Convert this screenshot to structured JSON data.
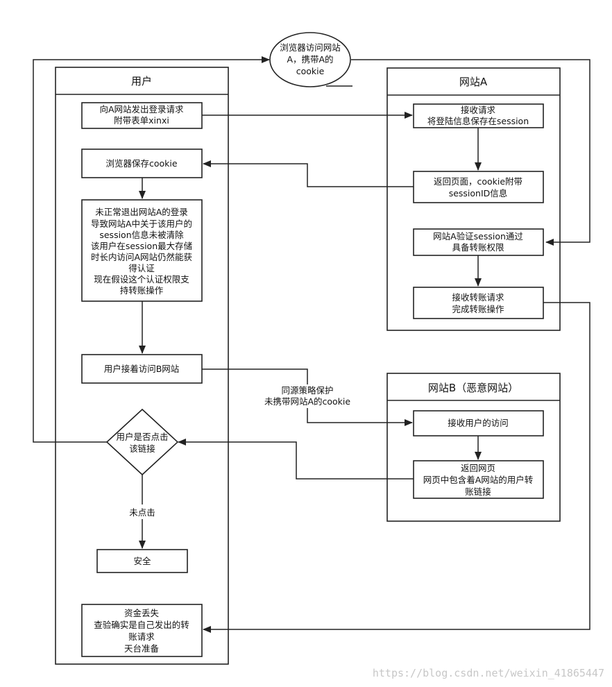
{
  "lanes": {
    "user": "用户",
    "site_a": "网站A",
    "site_b": "网站B（恶意网站）"
  },
  "browser_bubble": [
    "浏览器访问网站",
    "A，携带A的",
    "cookie"
  ],
  "user_steps": {
    "login_request": [
      "向A网站发出登录请求",
      "附带表单xinxi"
    ],
    "save_cookie": [
      "浏览器保存cookie"
    ],
    "not_logged_out": [
      "未正常退出网站A的登录",
      "导致网站A中关于该用户的",
      "session信息未被清除",
      "该用户在session最大存储",
      "时长内访问A网站仍然能获",
      "得认证",
      "现在假设这个认证权限支",
      "持转账操作"
    ],
    "visit_b": [
      "用户接着访问B网站"
    ],
    "decision": [
      "用户是否点击",
      "该链接"
    ],
    "not_clicked": "未点击",
    "safe": [
      "安全"
    ],
    "funds_lost": [
      "资金丢失",
      "查验确实是自己发出的转",
      "账请求",
      "天台准备"
    ]
  },
  "site_a_steps": {
    "receive_request": [
      "接收请求",
      "将登陆信息保存在session"
    ],
    "return_page": [
      "返回页面，cookie附带",
      "sessionID信息"
    ],
    "verify_session": [
      "网站A验证session通过",
      "具备转账权限"
    ],
    "transfer": [
      "接收转账请求",
      "完成转账操作"
    ]
  },
  "site_b_steps": {
    "receive_visit": [
      "接收用户的访问"
    ],
    "return_page": [
      "返回网页",
      "网页中包含着A网站的用户转",
      "账链接"
    ]
  },
  "same_origin_note": [
    "同源策略保护",
    "未携带网站A的cookie"
  ],
  "watermark": "https://blog.csdn.net/weixin_41865447"
}
